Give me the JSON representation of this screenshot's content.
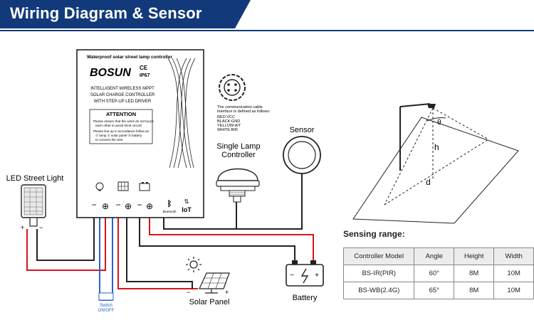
{
  "header": {
    "title": "Wiring Diagram & Sensor"
  },
  "controller": {
    "heading": "Waterproof solar street lamp controller",
    "brand": "BOSUN",
    "ce": "CE",
    "ip": "IP67",
    "desc1": "INTELLIGENT WIRELESS MPPT",
    "desc2": "SOLAR CHARGE CONTROLLER",
    "desc3": "WITH STEP-UP LED DRIVER",
    "attention": "ATTENTION",
    "note1a": "Please ensure that the wires do not touch",
    "note1b": "each other to avoid short circuit!",
    "note2a": "Please line up in accordance follow as",
    "note2b": "① lamp ② solar panel ③ battery",
    "note2c": "to connect the wire",
    "bluetooth": "Bluetooth",
    "iot": "IoT",
    "terminals": [
      "−",
      "⊕",
      "−",
      "⊕",
      "−",
      "⊕"
    ]
  },
  "comm": {
    "line1": "The communication cable",
    "line2": "interface is defined as follows:",
    "red": "RED:VCC",
    "black": "BLACK:GND",
    "yellow": "YELLOW:A/T",
    "white": "WHITE:B/R"
  },
  "labels": {
    "sensor": "Sensor",
    "lamp_ctrl_1": "Single Lamp",
    "lamp_ctrl_2": "Controller",
    "led_light": "LED Street Light",
    "solar_panel": "Solar Panel",
    "battery": "Battery",
    "switch_1": "Switch",
    "switch_2": "ON/OFF",
    "plus": "+",
    "minus": "−"
  },
  "geometry_labels": {
    "theta": "θ",
    "h": "h",
    "d": "d"
  },
  "sensing": {
    "title": "Sensing range:",
    "headers": [
      "Controller Model",
      "Angle",
      "Height",
      "Width"
    ],
    "rows": [
      [
        "BS-IR(PIR)",
        "60°",
        "8M",
        "10M"
      ],
      [
        "BS-WB(2.4G)",
        "65°",
        "8M",
        "10M"
      ]
    ]
  },
  "colors": {
    "header_bg": "#123a7a",
    "wire_red": "#d8141c",
    "wire_blue": "#2a62c9",
    "wire_black": "#222222"
  }
}
